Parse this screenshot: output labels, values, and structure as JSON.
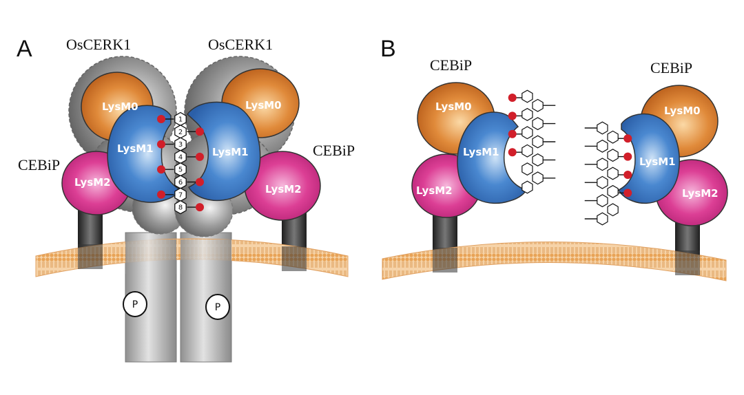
{
  "panel_a": {
    "letter": "A",
    "receptor_left": "OsCERK1",
    "receptor_right": "OsCERK1",
    "coreceptor_left": "CEBiP",
    "coreceptor_right": "CEBiP",
    "lobe_0": "LysM0",
    "lobe_1": "LysM1",
    "lobe_2": "LysM2",
    "chitin_units": [
      "1",
      "2",
      "3",
      "4",
      "5",
      "6",
      "7",
      "8"
    ],
    "phospho_label": "P"
  },
  "panel_b": {
    "letter": "B",
    "receptor_left": "CEBiP",
    "receptor_right": "CEBiP",
    "lobe_0": "LysM0",
    "lobe_1": "LysM1",
    "lobe_2": "LysM2"
  },
  "colors": {
    "lysm0": "#d9782d",
    "lysm1": "#3c78c8",
    "lysm2": "#d6338e",
    "membrane": "#f0b070",
    "acetyl": "#d11f2a",
    "oscerk1": "#8c8c8c"
  }
}
